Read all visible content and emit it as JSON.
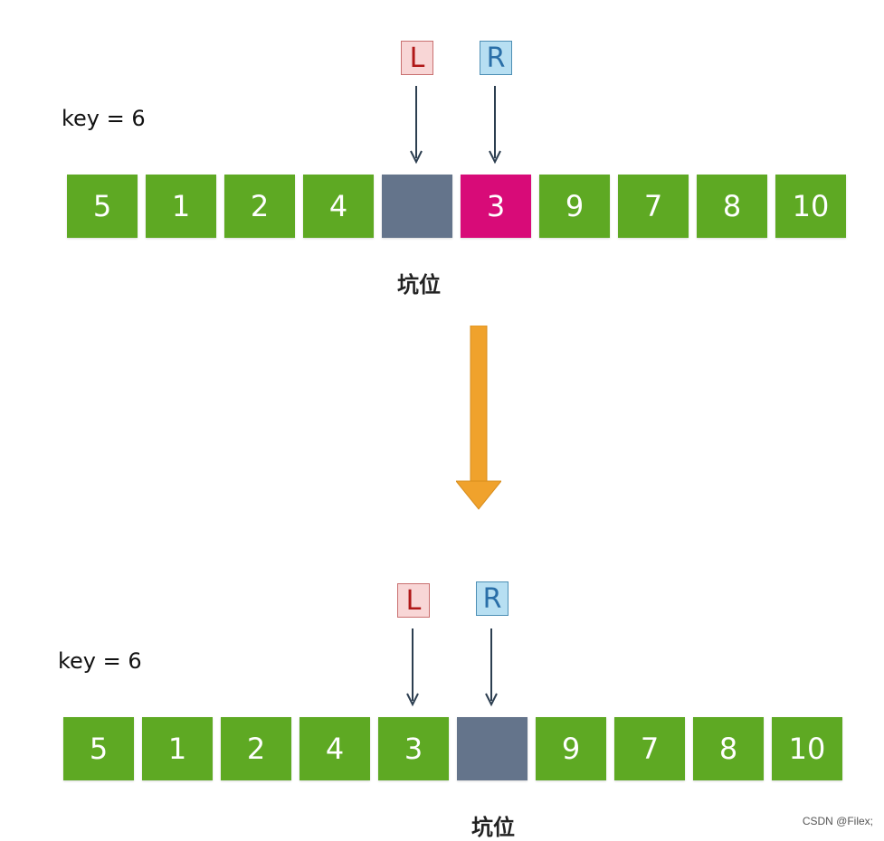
{
  "colors": {
    "cell": "#5ea923",
    "hole": "#64748b",
    "highlight": "#d80b78",
    "pointer": "#2c3e50",
    "big_arrow": "#f0a22c"
  },
  "states": [
    {
      "key_label": "key = 6",
      "cells": [
        {
          "value": "5",
          "kind": "normal"
        },
        {
          "value": "1",
          "kind": "normal"
        },
        {
          "value": "2",
          "kind": "normal"
        },
        {
          "value": "4",
          "kind": "normal"
        },
        {
          "value": "",
          "kind": "hole"
        },
        {
          "value": "3",
          "kind": "highlight"
        },
        {
          "value": "9",
          "kind": "normal"
        },
        {
          "value": "7",
          "kind": "normal"
        },
        {
          "value": "8",
          "kind": "normal"
        },
        {
          "value": "10",
          "kind": "normal"
        }
      ],
      "left_marker": "L",
      "right_marker": "R",
      "left_index": 4,
      "right_index": 5,
      "hole_label": "坑位",
      "hole_index": 4
    },
    {
      "key_label": "key = 6",
      "cells": [
        {
          "value": "5",
          "kind": "normal"
        },
        {
          "value": "1",
          "kind": "normal"
        },
        {
          "value": "2",
          "kind": "normal"
        },
        {
          "value": "4",
          "kind": "normal"
        },
        {
          "value": "3",
          "kind": "normal"
        },
        {
          "value": "",
          "kind": "hole"
        },
        {
          "value": "9",
          "kind": "normal"
        },
        {
          "value": "7",
          "kind": "normal"
        },
        {
          "value": "8",
          "kind": "normal"
        },
        {
          "value": "10",
          "kind": "normal"
        }
      ],
      "left_marker": "L",
      "right_marker": "R",
      "left_index": 4,
      "right_index": 5,
      "hole_label": "坑位",
      "hole_index": 5
    }
  ],
  "watermark": "CSDN @Filex;"
}
